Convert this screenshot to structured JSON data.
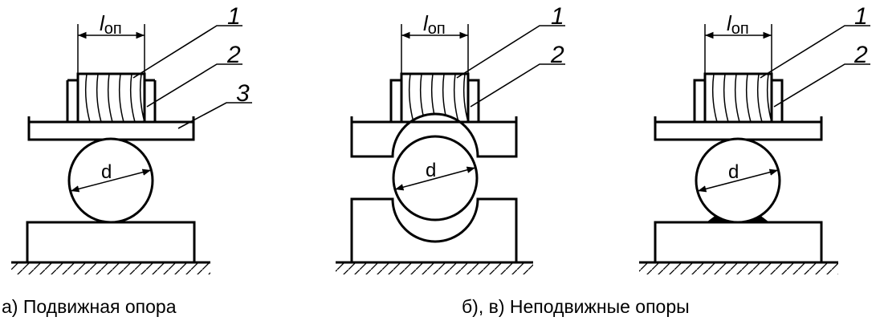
{
  "figure": {
    "dimension_symbol": "l",
    "dimension_subscript": "оп",
    "diameter_label": "d",
    "part_numbers": [
      "1",
      "2",
      "3"
    ],
    "captions": {
      "left": "а) Подвижная опора",
      "right": "б), в) Неподвижные опоры"
    }
  }
}
